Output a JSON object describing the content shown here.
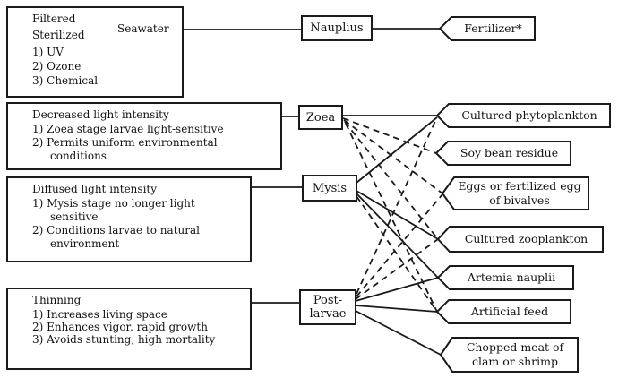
{
  "figure": {
    "description": "Larval rearing and feeding scheme diagram for shrimp culture stages"
  },
  "left_boxes": [
    {
      "title_lines": [
        "Filtered",
        "Sterilized"
      ],
      "side_label": "Seawater",
      "items": [
        "1) UV",
        "2) Ozone",
        "3) Chemical"
      ]
    },
    {
      "title": "Decreased light intensity",
      "items": [
        "1) Zoea stage larvae light-sensitive",
        "2) Permits uniform environmental conditions"
      ]
    },
    {
      "title": "Diffused light intensity",
      "items": [
        "1) Mysis stage no longer light sensitive",
        "2) Conditions larvae to natural environment"
      ]
    },
    {
      "title": "Thinning",
      "items": [
        "1) Increases living space",
        "2) Enhances vigor, rapid growth",
        "3) Avoids stunting, high mortality"
      ]
    }
  ],
  "stages": {
    "nauplius": "Nauplius",
    "zoea": "Zoea",
    "mysis": "Mysis",
    "post_larvae_lines": [
      "Post-",
      "larvae"
    ]
  },
  "feeds": [
    "Fertilizer*",
    "Cultured phytoplankton",
    "Soy bean residue",
    "Eggs or fertilized egg of bivalves",
    "Cultured zooplankton",
    "Artemia nauplii",
    "Artificial feed",
    "Chopped meat of clam or shrimp"
  ],
  "edges": [
    {
      "from": "Filtered Sterilized Seawater",
      "to": "Nauplius",
      "style": "solid"
    },
    {
      "from": "Nauplius",
      "to": "Fertilizer*",
      "style": "solid"
    },
    {
      "from": "Decreased light intensity",
      "to": "Zoea",
      "style": "solid"
    },
    {
      "from": "Diffused light intensity",
      "to": "Mysis",
      "style": "solid"
    },
    {
      "from": "Thinning",
      "to": "Post-larvae",
      "style": "solid"
    },
    {
      "from": "Zoea",
      "to": "Cultured phytoplankton",
      "style": "solid"
    },
    {
      "from": "Zoea",
      "to": "Soy bean residue",
      "style": "dashed"
    },
    {
      "from": "Zoea",
      "to": "Eggs or fertilized egg of bivalves",
      "style": "dashed"
    },
    {
      "from": "Zoea",
      "to": "Cultured zooplankton",
      "style": "dashed"
    },
    {
      "from": "Zoea",
      "to": "Artificial feed",
      "style": "dashed"
    },
    {
      "from": "Mysis",
      "to": "Cultured phytoplankton",
      "style": "solid"
    },
    {
      "from": "Mysis",
      "to": "Cultured zooplankton",
      "style": "solid"
    },
    {
      "from": "Mysis",
      "to": "Artemia nauplii",
      "style": "solid"
    },
    {
      "from": "Mysis",
      "to": "Artificial feed",
      "style": "dashed"
    },
    {
      "from": "Post-larvae",
      "to": "Cultured phytoplankton",
      "style": "dashed"
    },
    {
      "from": "Post-larvae",
      "to": "Eggs or fertilized egg of bivalves",
      "style": "dashed"
    },
    {
      "from": "Post-larvae",
      "to": "Cultured zooplankton",
      "style": "dashed"
    },
    {
      "from": "Post-larvae",
      "to": "Artemia nauplii",
      "style": "solid"
    },
    {
      "from": "Post-larvae",
      "to": "Artificial feed",
      "style": "solid"
    },
    {
      "from": "Post-larvae",
      "to": "Chopped meat of clam or shrimp",
      "style": "solid"
    }
  ]
}
